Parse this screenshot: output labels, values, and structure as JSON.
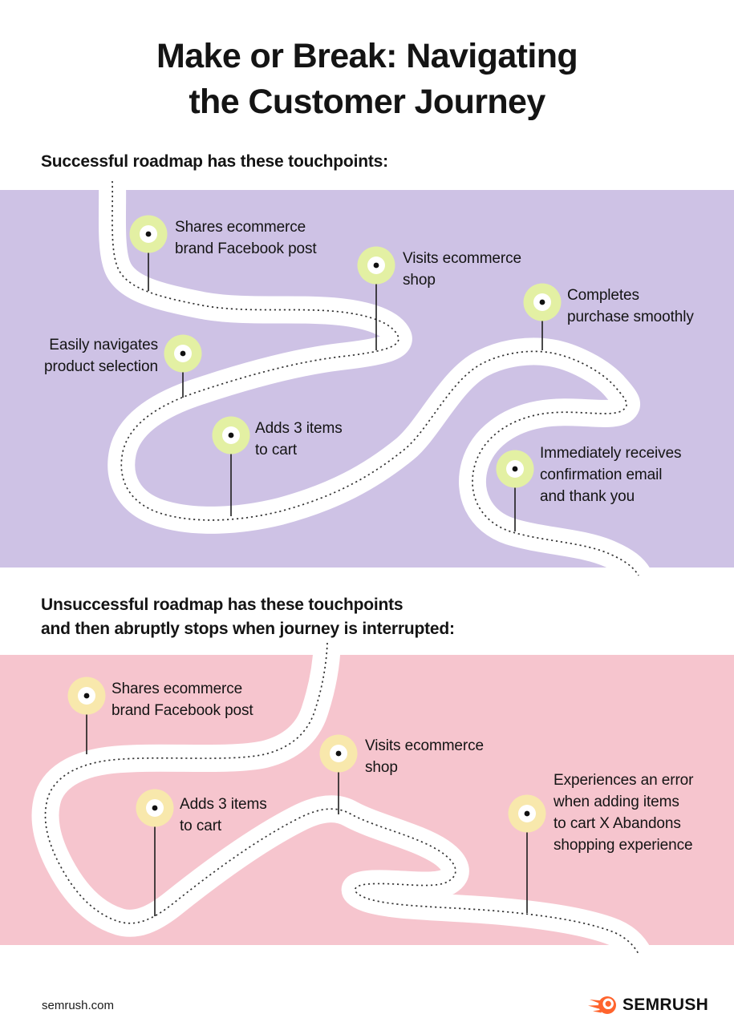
{
  "title": {
    "line1": "Make or Break: Navigating",
    "line2": "the Customer Journey"
  },
  "sections": [
    {
      "name": "successful-roadmap",
      "heading_lines": [
        "Successful roadmap has these touchpoints:"
      ],
      "touchpoints": [
        {
          "lines": [
            "Shares ecommerce",
            "brand Facebook post"
          ]
        },
        {
          "lines": [
            "Visits ecommerce",
            "shop"
          ]
        },
        {
          "lines": [
            "Completes",
            "purchase smoothly"
          ]
        },
        {
          "lines": [
            "Easily navigates",
            "product selection"
          ]
        },
        {
          "lines": [
            "Adds 3 items",
            "to cart"
          ]
        },
        {
          "lines": [
            "Immediately receives",
            "confirmation email",
            "and thank you"
          ]
        }
      ]
    },
    {
      "name": "unsuccessful-roadmap",
      "heading_lines": [
        "Unsuccessful roadmap has these touchpoints",
        "and then abruptly stops when journey is interrupted:"
      ],
      "touchpoints": [
        {
          "lines": [
            "Shares ecommerce",
            "brand Facebook post"
          ]
        },
        {
          "lines": [
            "Visits ecommerce",
            "shop"
          ]
        },
        {
          "lines": [
            "Adds 3 items",
            "to cart"
          ]
        },
        {
          "lines": [
            "Experiences an error",
            "when adding items",
            "to cart X Abandons",
            "shopping experience"
          ]
        }
      ]
    }
  ],
  "footer": {
    "website": "semrush.com",
    "brand": "SEMRUSH"
  },
  "colors": {
    "page-bg": "#ffffff",
    "text": "#141414",
    "successful-bg": "#cec2e5",
    "unsuccessful-bg": "#f6c5ce",
    "road": "#ffffff",
    "road-dash": "#333333",
    "stem": "#1c1c1c",
    "marker-success": "#e3f0a3",
    "marker-fail": "#f8e8ac",
    "marker-ring": "#ffffff",
    "marker-dot": "#111111",
    "brand-orange": "#ff642d"
  }
}
